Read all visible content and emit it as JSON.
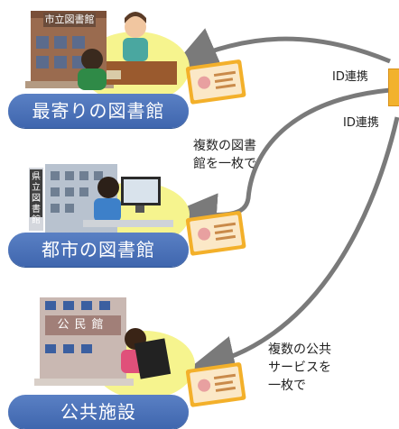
{
  "facilities": {
    "nearest_library": {
      "label": "最寄りの図書館",
      "sign": "市立図書館"
    },
    "city_library": {
      "label": "都市の図書館",
      "sign": "県立図書館"
    },
    "public_facility": {
      "label": "公共施設",
      "sign": "公民館"
    }
  },
  "annotations": {
    "id_link_1": "ID連携",
    "id_link_2": "ID連携",
    "libraries_one_card": [
      "複数の図書",
      "館を一枚で"
    ],
    "services_one_card": [
      "複数の公共",
      "サービスを",
      "一枚で"
    ]
  },
  "colors": {
    "pill_blue": "#4a72b8",
    "arrow_gray": "#7a7a7a",
    "card_orange": "#f3b02a",
    "highlight_yellow": "#f6f48e"
  }
}
